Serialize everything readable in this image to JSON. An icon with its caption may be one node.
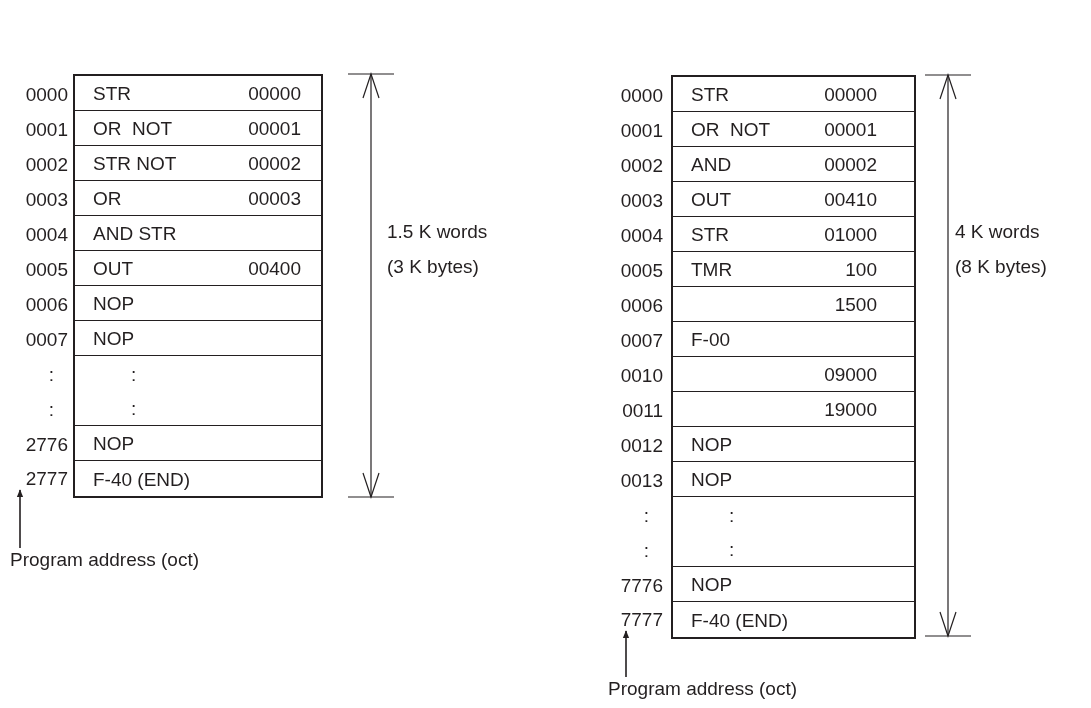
{
  "diagram": {
    "nodes": [
      {
        "text": [],
        "shape": "box"
      },
      {
        "text": [
          "STR",
          "00000"
        ],
        "in": 0
      },
      {
        "text": [
          "OR  NOT",
          "00001"
        ],
        "in": 0
      },
      {
        "text": [
          "STR NOT",
          "00002"
        ],
        "in": 0
      },
      {
        "text": [
          "OR",
          "00003"
        ],
        "in": 0
      },
      {
        "text": [
          "AND STR"
        ],
        "in": 0
      },
      {
        "text": [
          "OUT",
          "00400"
        ],
        "in": 0
      },
      {
        "text": [
          "NOP"
        ],
        "in": 0
      },
      {
        "text": [
          "NOP"
        ],
        "in": 0
      },
      {
        "text": [
          ":"
        ],
        "in": 0
      },
      {
        "text": [
          ":"
        ],
        "in": 0
      },
      {
        "text": [
          "NOP"
        ],
        "in": 0
      },
      {
        "text": [
          "F-40 (END)"
        ],
        "in": 0
      },
      {
        "text": [
          "2777"
        ]
      },
      {
        "text": [
          "Program address (oct)"
        ]
      },
      {
        "text": [],
        "shape": "box"
      },
      {
        "text": [
          "STR",
          "00000"
        ],
        "in": 15
      },
      {
        "text": [
          "OR  NOT",
          "00001"
        ],
        "in": 15
      },
      {
        "text": [
          "AND",
          "00002"
        ],
        "in": 15
      },
      {
        "text": [
          "OUT",
          "00410"
        ],
        "in": 15
      },
      {
        "text": [
          "STR",
          "01000"
        ],
        "in": 15
      },
      {
        "text": [
          "TMR",
          "100"
        ],
        "in": 15
      },
      {
        "text": [
          "1500"
        ],
        "in": 15
      },
      {
        "text": [
          "F-00"
        ],
        "in": 15
      },
      {
        "text": [
          "09000"
        ],
        "in": 15
      },
      {
        "text": [
          "19000"
        ],
        "in": 15
      },
      {
        "text": [
          "NOP"
        ],
        "in": 15
      },
      {
        "text": [
          "NOP"
        ],
        "in": 15
      },
      {
        "text": [
          ":"
        ],
        "in": 15
      },
      {
        "text": [
          ":"
        ],
        "in": 15
      },
      {
        "text": [
          "NOP"
        ],
        "in": 15
      },
      {
        "text": [
          "F-40 (END)"
        ],
        "in": 15
      },
      {
        "text": [
          "7777"
        ]
      },
      {
        "text": [
          "Program address (oct)"
        ]
      }
    ],
    "edges": [
      {
        "from": 14,
        "to": 13,
        "arrow": "to"
      },
      {
        "from": 33,
        "to": 32,
        "arrow": "to"
      }
    ],
    "labels": [
      "0000",
      "0001",
      "0002",
      "0003",
      "0004",
      "0005",
      "0006",
      "0007",
      ":",
      ":",
      "2776",
      "1.5 K words",
      "(3 K bytes)",
      "0000",
      "0001",
      "0002",
      "0003",
      "0004",
      "0005",
      "0006",
      "0007",
      "0010",
      "0011",
      "0012",
      "0013",
      ":",
      ":",
      "7776",
      "4 K words",
      "(8 K bytes)"
    ]
  }
}
